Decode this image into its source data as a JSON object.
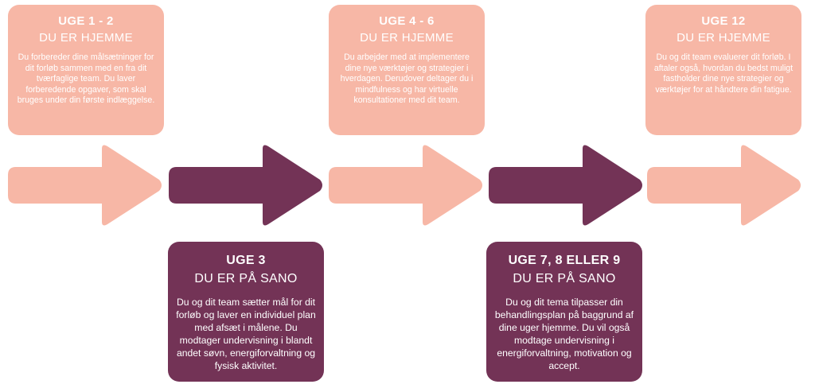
{
  "colors": {
    "pink": "#f7b7a6",
    "plum": "#733356",
    "text": "#ffffff"
  },
  "stages": [
    {
      "week": "UGE 1 - 2",
      "location": "DU ER HJEMME",
      "text": "Du forbereder dine målsætninger for dit forløb sammen med en fra dit tværfaglige team. Du laver forberedende opgaver, som skal bruges under din første indlæggelse."
    },
    {
      "week": "UGE 3",
      "location": "DU ER PÅ SANO",
      "text": "Du og dit team sætter mål for dit forløb og laver en individuel plan med afsæt i målene. Du modtager undervisning i blandt andet søvn, energiforvaltning og fysisk aktivitet."
    },
    {
      "week": "UGE 4 - 6",
      "location": "DU ER HJEMME",
      "text": "Du arbejder med at implementere dine nye værktøjer og strategier i hverdagen. Derudover deltager du i mindfulness og har virtuelle konsultationer med dit team."
    },
    {
      "week": "UGE 7, 8 ELLER 9",
      "location": "DU ER PÅ SANO",
      "text": "Du og dit tema tilpasser din behandlingsplan på baggrund af dine uger hjemme. Du vil også modtage undervisning i energiforvaltning, motivation og accept."
    },
    {
      "week": "UGE 12",
      "location": "DU ER HJEMME",
      "text": "Du og dit team evaluerer dit forløb. I aftaler også, hvordan du bedst muligt fastholder dine nye strategier og værktøjer for at håndtere din fatigue."
    }
  ]
}
